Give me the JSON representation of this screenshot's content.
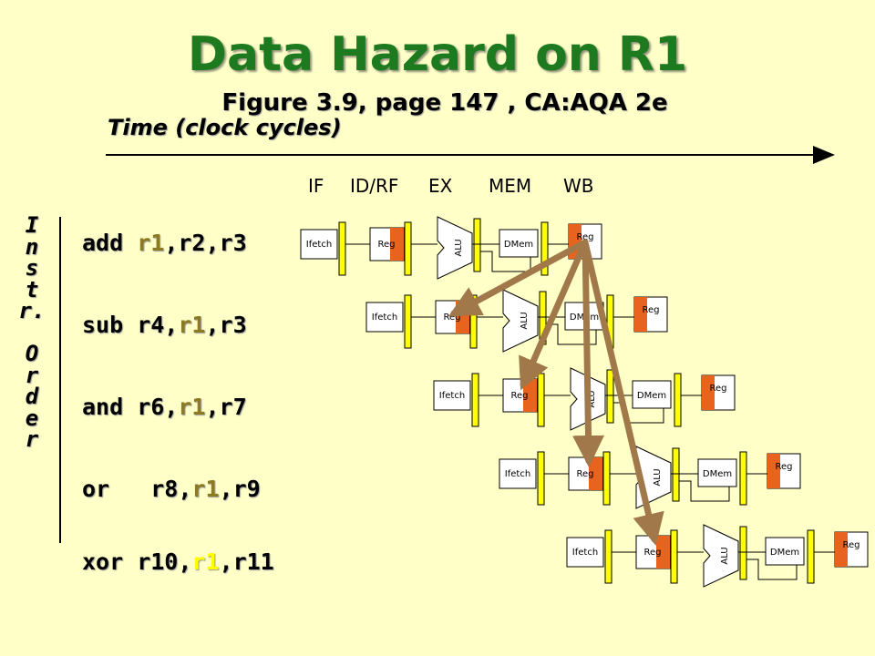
{
  "title": "Data Hazard on R1",
  "subtitle": "Figure 3.9, page 147 , CA:AQA 2e",
  "time_label": "Time (clock cycles)",
  "stage_headers": [
    "IF",
    "ID/RF",
    "EX",
    "MEM",
    "WB"
  ],
  "order_label_lines": [
    "I",
    "n",
    "s",
    "t",
    "r.",
    "",
    "O",
    "r",
    "d",
    "e",
    "r"
  ],
  "instructions": [
    {
      "op": "add ",
      "parts": [
        "r1",
        ",r2,r3"
      ]
    },
    {
      "op": "sub r4,",
      "parts": [
        "r1",
        ",r3"
      ]
    },
    {
      "op": "and r6,",
      "parts": [
        "r1",
        ",r7"
      ]
    },
    {
      "op": "or   r8,",
      "parts": [
        "r1",
        ",r9"
      ]
    },
    {
      "op": "xor r10,",
      "parts": [
        "r1",
        ",r11"
      ]
    }
  ],
  "pipeline_labels": {
    "ifetch": "Ifetch",
    "reg": "Reg",
    "alu": "ALU",
    "dmem": "DMem"
  },
  "colors": {
    "background": "#FFFFC8",
    "title": "#1E7A1E",
    "register_highlight": "#8C7A22",
    "register_highlight_last": "#FFFF00",
    "latch": "#FFFF00",
    "reg_shade": "#E8641E",
    "arrow": "#A0784A"
  }
}
